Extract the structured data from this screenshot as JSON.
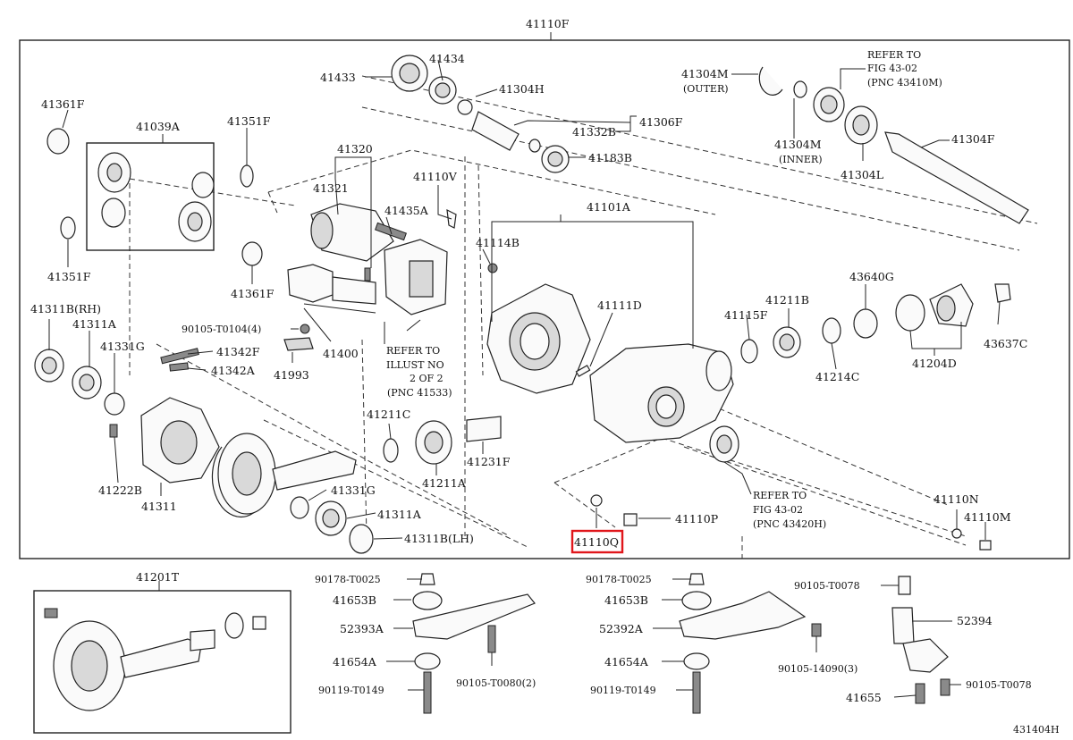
{
  "diagram": {
    "assembly_number": "41110F",
    "figure_code": "431404H",
    "highlight_color": "#e0161b",
    "labels": {
      "l41433": "41433",
      "l41434": "41434",
      "l41304H": "41304H",
      "l41306F": "41306F",
      "l41332B": "41332B",
      "l41183B": "41183B",
      "l41304M_outer": "41304M",
      "outer_note": "(OUTER)",
      "l41304M_inner": "41304M",
      "inner_note": "(INNER)",
      "l41304L": "41304L",
      "l41304F": "41304F",
      "refer1_line1": "REFER TO",
      "refer1_line2": "FIG 43-02",
      "refer1_line3": "(PNC 43410M)",
      "l41361F_top": "41361F",
      "l41039A": "41039A",
      "l41351F_top": "41351F",
      "l41351F_bot": "41351F",
      "l41320": "41320",
      "l41321": "41321",
      "l41110V": "41110V",
      "l41435A": "41435A",
      "l41101A": "41101A",
      "l41114B": "41114B",
      "l41361F_mid": "41361F",
      "l41311B_RH": "41311B(RH)",
      "l41311A_top": "41311A",
      "l41331G_top": "41331G",
      "l90105_T0104": "90105-T0104(4)",
      "l41342F": "41342F",
      "l41342A": "41342A",
      "l41993": "41993",
      "l41400": "41400",
      "refer2_line1": "REFER TO",
      "refer2_line2": "ILLUST NO",
      "refer2_line3": "2 OF 2",
      "refer2_line4": "(PNC 41533)",
      "l41111D": "41111D",
      "l41115F": "41115F",
      "l41211B": "41211B",
      "l43640G": "43640G",
      "l43637C": "43637C",
      "l41214C": "41214C",
      "l41204D": "41204D",
      "l41211C": "41211C",
      "l41211A": "41211A",
      "l41231F": "41231F",
      "l41222B": "41222B",
      "l41311": "41311",
      "l41331G_bot": "41331G",
      "l41311A_bot": "41311A",
      "l41311B_LH": "41311B(LH)",
      "refer3_line1": "REFER TO",
      "refer3_line2": "FIG 43-02",
      "refer3_line3": "(PNC 43420H)",
      "l41110Q": "41110Q",
      "l41110P": "41110P",
      "l41110N": "41110N",
      "l41110M": "41110M",
      "l41201T": "41201T",
      "l90178_T0025_a": "90178-T0025",
      "l41653B_a": "41653B",
      "l52393A": "52393A",
      "l41654A_a": "41654A",
      "l90119_T0149_a": "90119-T0149",
      "l90105_T0080": "90105-T0080(2)",
      "l90178_T0025_b": "90178-T0025",
      "l41653B_b": "41653B",
      "l52392A": "52392A",
      "l41654A_b": "41654A",
      "l90119_T0149_b": "90119-T0149",
      "l90105_14090": "90105-14090(3)",
      "l90105_T0078_a": "90105-T0078",
      "l52394": "52394",
      "l41655": "41655",
      "l90105_T0078_b": "90105-T0078"
    }
  }
}
